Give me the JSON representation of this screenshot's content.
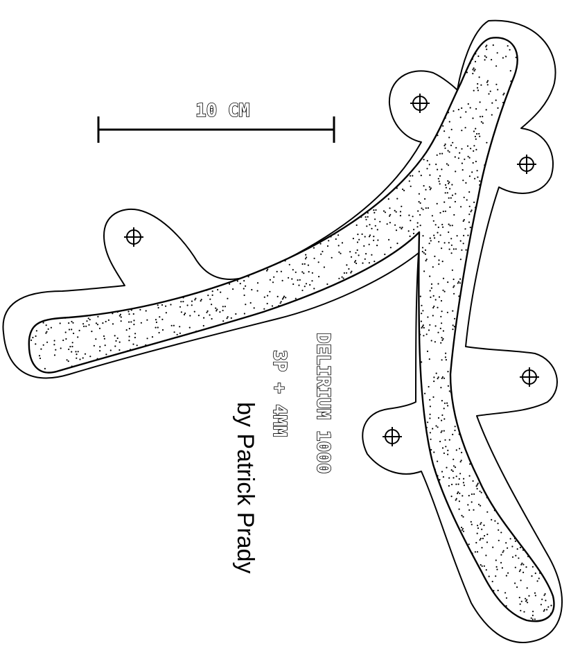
{
  "scale_label": "10 CM",
  "model_name": "DELIRIUM 1000",
  "spec_line": "3P + 4MM",
  "author": "by Patrick Prady",
  "pivot_hole_count": 5,
  "stroke_color": "#000000",
  "background_color": "#ffffff"
}
